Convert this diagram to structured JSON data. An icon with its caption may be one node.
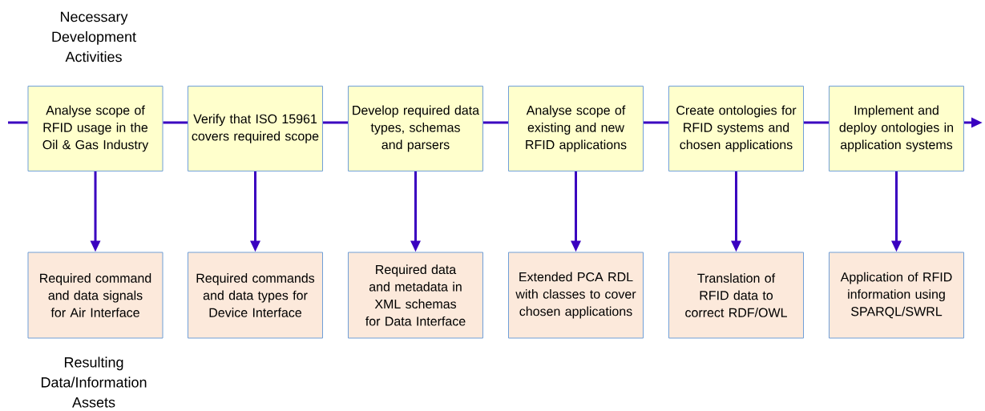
{
  "diagram": {
    "nodes": [
      {
        "text": [
          "Analyse scope of RFID usage in the Oil & Gas Industry"
        ]
      },
      {
        "text": [
          "Verify that ISO 15961 covers required scope"
        ]
      },
      {
        "text": [
          "Develop required data types, schemas and parsers"
        ]
      },
      {
        "text": [
          "Analyse scope of existing and new RFID applications"
        ]
      },
      {
        "text": [
          "Create ontologies for RFID systems and chosen applications"
        ]
      },
      {
        "text": [
          "Implement and deploy ontologies in application systems"
        ]
      },
      {
        "text": [
          "Required command and data signals for Air Interface"
        ]
      },
      {
        "text": [
          "Required commands and data types for Device Interface"
        ]
      },
      {
        "text": [
          "Required data and metadata in XML schemas for Data Interface"
        ]
      },
      {
        "text": [
          "Extended PCA RDL with classes to cover chosen applications"
        ]
      },
      {
        "text": [
          "Translation of RFID data to correct RDF/OWL"
        ]
      },
      {
        "text": [
          "Application of RFID information using SPARQL/SWRL"
        ]
      }
    ],
    "edges": [
      {
        "from": null,
        "to": 0,
        "arrow": "none"
      },
      {
        "from": 0,
        "to": 1,
        "arrow": "none"
      },
      {
        "from": 1,
        "to": 2,
        "arrow": "none"
      },
      {
        "from": 2,
        "to": 3,
        "arrow": "none"
      },
      {
        "from": 3,
        "to": 4,
        "arrow": "none"
      },
      {
        "from": 4,
        "to": 5,
        "arrow": "none"
      },
      {
        "from": 5,
        "to": null,
        "arrow": "to"
      },
      {
        "from": 0,
        "to": 6,
        "arrow": "to"
      },
      {
        "from": 1,
        "to": 7,
        "arrow": "to"
      },
      {
        "from": 2,
        "to": 8,
        "arrow": "to"
      },
      {
        "from": 3,
        "to": 9,
        "arrow": "to"
      },
      {
        "from": 4,
        "to": 10,
        "arrow": "to"
      },
      {
        "from": 5,
        "to": 11,
        "arrow": "to"
      }
    ],
    "labels": [
      "Necessary Development Activities",
      "Resulting Data/Information Assets"
    ]
  }
}
